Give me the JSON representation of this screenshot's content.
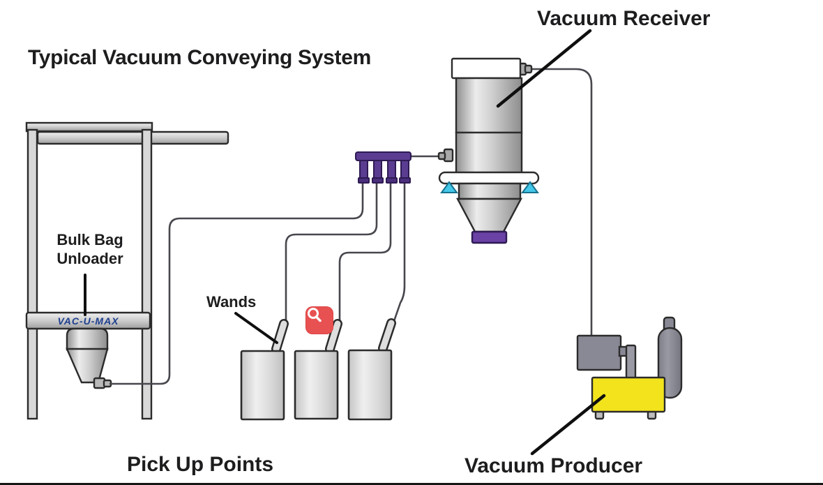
{
  "labels": {
    "title": "Typical Vacuum Conveying System",
    "vacuum_receiver": "Vacuum Receiver",
    "bulk_bag_unloader": "Bulk Bag Unloader",
    "wands": "Wands",
    "pick_up_points": "Pick Up Points",
    "vacuum_producer": "Vacuum Producer",
    "brand": "VAC-U-MAX"
  },
  "icons": {
    "magnifier": "magnifier-icon"
  },
  "colors": {
    "background": "#ffffff",
    "outline": "#2b2b2b",
    "metal_light": "#ececec",
    "metal_dark": "#8f8f8f",
    "manifold_purple": "#5a3d91",
    "outlet_purple": "#6a41a5",
    "pad_cyan": "#44c7e8",
    "blower_yellow": "#f2e31d",
    "filter_gray": "#898995",
    "magnifier_red": "#e85152",
    "brand_navy": "#1d3f8f",
    "hose": "#47474d",
    "text": "#1d1d1f"
  }
}
